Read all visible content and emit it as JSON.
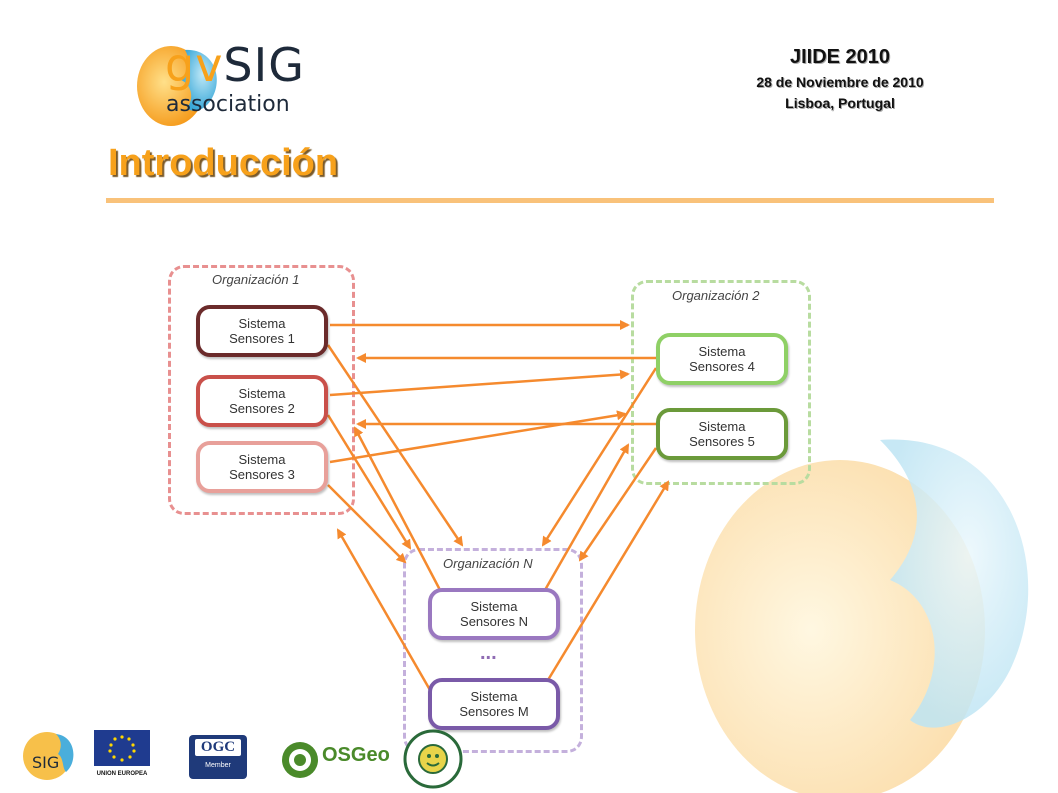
{
  "header": {
    "logo_gv": "gv",
    "logo_sig": "SIG",
    "logo_association": "association",
    "conference": "JIIDE 2010",
    "date": "28 de Noviembre de 2010",
    "place": "Lisboa, Portugal"
  },
  "slide": {
    "title": "Introducción"
  },
  "diagram": {
    "organizations": [
      {
        "id": "org1",
        "label": "Organización 1",
        "color": "#e89090"
      },
      {
        "id": "org2",
        "label": "Organización 2",
        "color": "#b8dca0"
      },
      {
        "id": "orgN",
        "label": "Organización N",
        "color": "#c4b0dc"
      }
    ],
    "nodes": [
      {
        "id": "s1",
        "line1": "Sistema",
        "line2": "Sensores 1",
        "color": "#6b2b2b"
      },
      {
        "id": "s2",
        "line1": "Sistema",
        "line2": "Sensores 2",
        "color": "#c9504a"
      },
      {
        "id": "s3",
        "line1": "Sistema",
        "line2": "Sensores 3",
        "color": "#e8a09a"
      },
      {
        "id": "s4",
        "line1": "Sistema",
        "line2": "Sensores 4",
        "color": "#8fd066"
      },
      {
        "id": "s5",
        "line1": "Sistema",
        "line2": "Sensores 5",
        "color": "#6b9a3a"
      },
      {
        "id": "sN",
        "line1": "Sistema",
        "line2": "Sensores N",
        "color": "#9a78c0"
      },
      {
        "id": "sM",
        "line1": "Sistema",
        "line2": "Sensores M",
        "color": "#7a5aa8"
      }
    ],
    "ellipsis": "...",
    "arrow_color": "#f58a2e"
  },
  "footer": {
    "eu_text": "UNION EUROPEA",
    "ogc_text": "OGC",
    "ogc_member": "Member",
    "osgeo_text": "OSGeo"
  }
}
